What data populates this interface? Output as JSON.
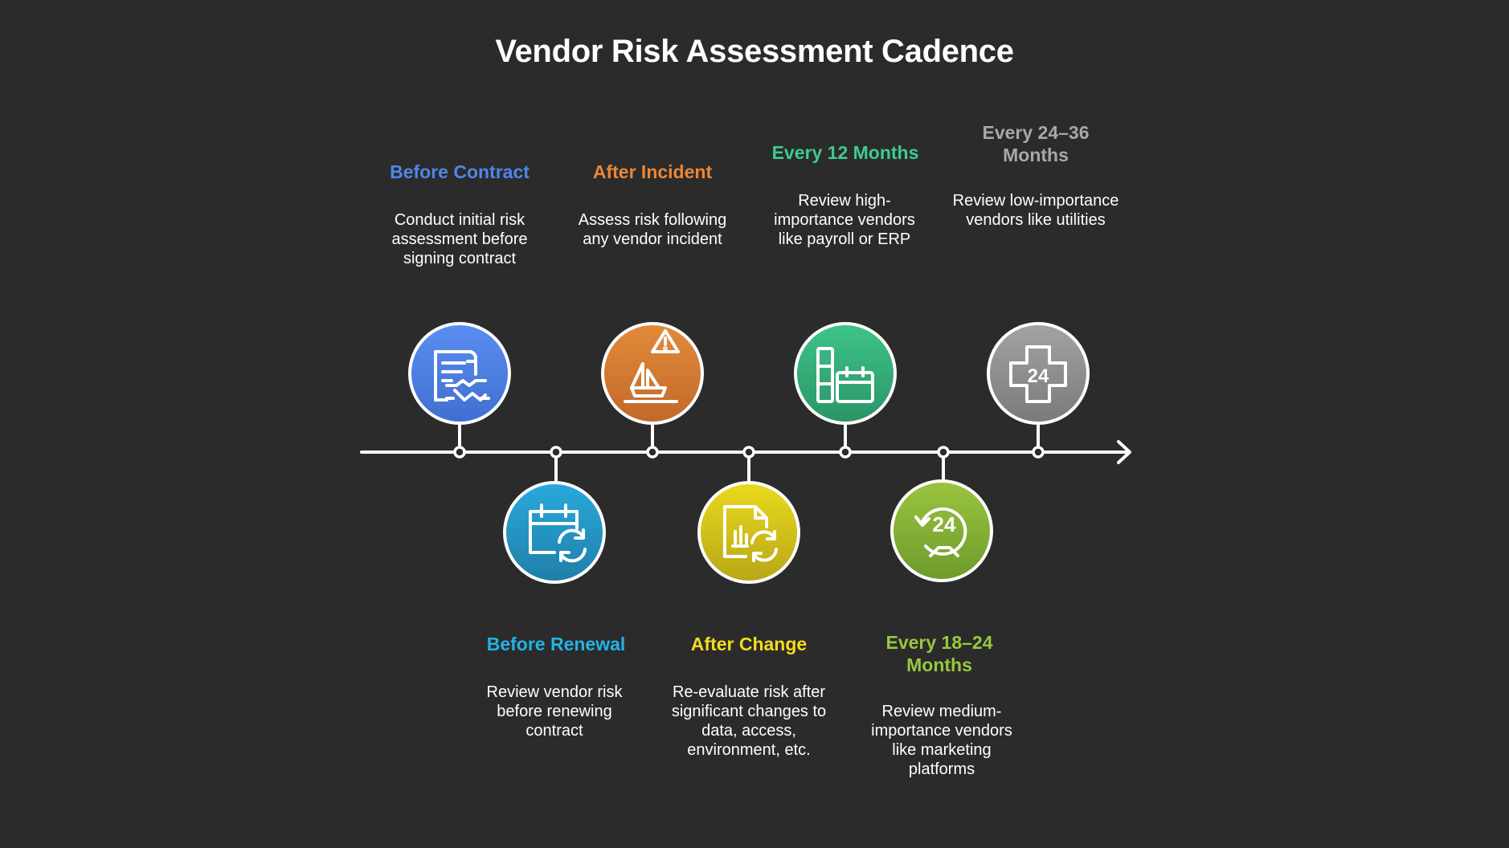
{
  "title": "Vendor Risk Assessment Cadence",
  "stages": [
    {
      "label": "Before Contract",
      "description": "Conduct initial risk assessment before signing contract",
      "color": "#4f86e8",
      "icon": "contract-handshake-icon",
      "position": "above"
    },
    {
      "label": "Before Renewal",
      "description": "Review vendor risk before renewing contract",
      "color": "#22b3e6",
      "icon": "calendar-refresh-icon",
      "position": "below"
    },
    {
      "label": "After Incident",
      "description": "Assess risk following any vendor incident",
      "color": "#e8873a",
      "icon": "sinking-ship-warning-icon",
      "position": "above"
    },
    {
      "label": "After Change",
      "description": "Re-evaluate risk after significant changes to data, access, environment, etc.",
      "color": "#f2dc1b",
      "icon": "document-chart-refresh-icon",
      "position": "below"
    },
    {
      "label": "Every 12 Months",
      "description": "Review high-importance vendors like payroll or ERP",
      "color": "#3ecb8c",
      "icon": "calendar-schedule-icon",
      "position": "above"
    },
    {
      "label": "Every 18–24\nMonths",
      "description": "Review medium-importance vendors like marketing platforms",
      "color": "#97c93c",
      "icon": "24-hour-service-icon",
      "position": "below"
    },
    {
      "label": "Every 24–36\nMonths",
      "description": "Review low-importance vendors like utilities",
      "color": "#a8a8a8",
      "icon": "24-hour-medical-cross-icon",
      "position": "above"
    }
  ]
}
